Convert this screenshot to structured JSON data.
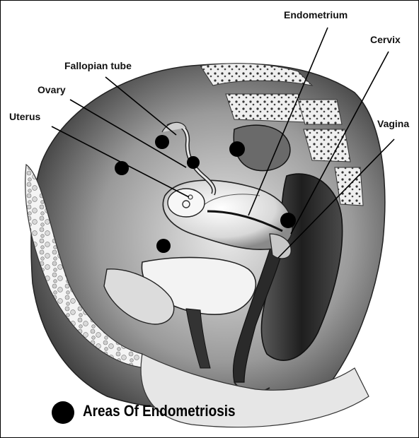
{
  "labels": {
    "endometrium": "Endometrium",
    "cervix": "Cervix",
    "fallopian_tube": "Fallopian tube",
    "ovary": "Ovary",
    "uterus": "Uterus",
    "vagina": "Vagina"
  },
  "legend": {
    "text": "Areas Of Endometriosis",
    "marker_color": "#000000"
  },
  "colors": {
    "ink": "#111111",
    "tissue_light": "#f2f2f2",
    "tissue_mid": "#bdbdbd",
    "tissue_dark": "#4a4a4a"
  }
}
